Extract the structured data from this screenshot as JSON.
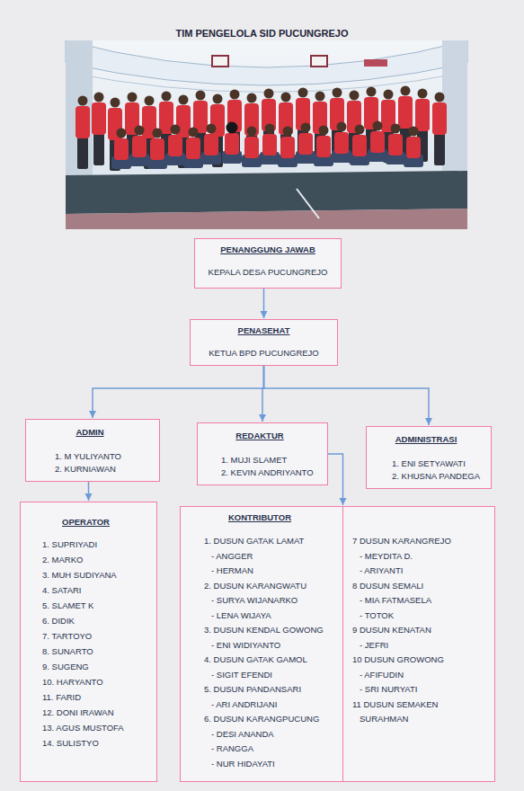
{
  "diagram": {
    "title": "TIM PENGELOLA SID PUCUNGREJO",
    "nodes": [
      {
        "text": [
          "PENANGGUNG JAWAB",
          "KEPALA DESA PUCUNGREJO"
        ]
      },
      {
        "text": [
          "PENASEHAT",
          "KETUA BPD PUCUNGREJO"
        ]
      },
      {
        "text": [
          "ADMIN",
          "1. M YULIYANTO",
          "2. KURNIAWAN"
        ]
      },
      {
        "text": [
          "REDAKTUR",
          "1. MUJI SLAMET",
          "2. KEVIN ANDRIYANTO"
        ]
      },
      {
        "text": [
          "ADMINISTRASI",
          "1. ENI SETYAWATI",
          "2. KHUSNA PANDEGA"
        ]
      },
      {
        "text": [
          "OPERATOR",
          "1. SUPRIYADI",
          "2. MARKO",
          "3. MUH SUDIYANA",
          "4. SATARI",
          "5. SLAMET K",
          "6. DIDIK",
          "7. TARTOYO",
          "8. SUNARTO",
          "9. SUGENG",
          "10. HARYANTO",
          "11. FARID",
          "12. DONI IRAWAN",
          "13. AGUS MUSTOFA",
          "14. SULISTYO"
        ]
      },
      {
        "text": [
          "KONTRIBUTOR",
          "1. DUSUN GATAK LAMAT",
          "- ANGGER",
          "- HERMAN",
          "2. DUSUN KARANGWATU",
          "- SURYA WIJANARKO",
          "- LENA WIJAYA",
          "3. DUSUN KENDAL GOWONG",
          "- ENI WIDIYANTO",
          "4. DUSUN GATAK GAMOL",
          "- SIGIT EFENDI",
          "5. DUSUN PANDANSARI",
          "- ARI ANDRIJANI",
          "6. DUSUN KARANGPUCUNG",
          "- DESI ANANDA",
          "- RANGGA",
          "- NUR HIDAYATI",
          "7 DUSUN KARANGREJO",
          "- MEYDITA D.",
          "- ARIYANTI",
          "8 DUSUN SEMALI",
          "- MIA FATMASELA",
          "- TOTOK",
          "9 DUSUN KENATAN",
          "- JEFRI",
          "10 DUSUN GROWONG",
          "- AFIFUDIN",
          "- SRI NURYATI",
          "11 DUSUN SEMAKEN",
          "SURAHMAN"
        ]
      }
    ],
    "edges": [
      {
        "from": 0,
        "to": 1,
        "arrow": "to"
      },
      {
        "from": 1,
        "to": 2,
        "arrow": "to"
      },
      {
        "from": 1,
        "to": 3,
        "arrow": "to"
      },
      {
        "from": 1,
        "to": 4,
        "arrow": "to"
      },
      {
        "from": 2,
        "to": 5,
        "arrow": "to"
      },
      {
        "from": 3,
        "to": 6,
        "arrow": "to"
      }
    ]
  }
}
